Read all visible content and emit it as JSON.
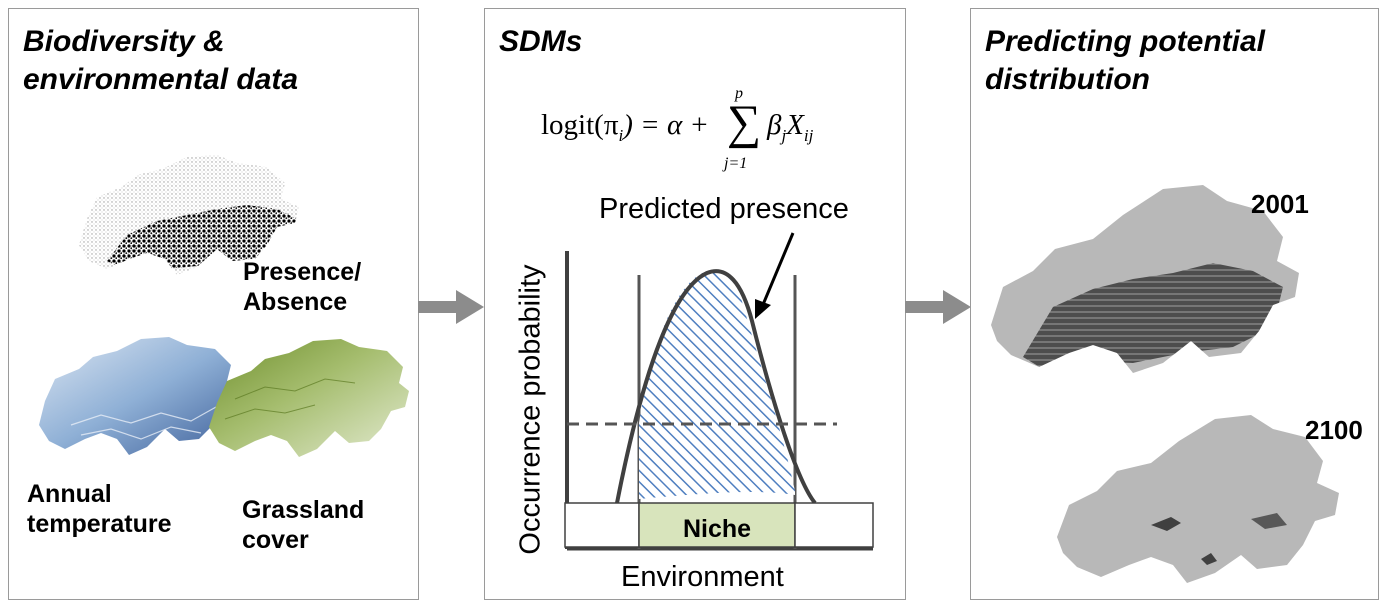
{
  "panels": {
    "data": {
      "title_line1": "Biodiversity &",
      "title_line2": "environmental data",
      "presence_line1": "Presence/",
      "presence_line2": "Absence",
      "temperature_line1": "Annual",
      "temperature_line2": "temperature",
      "grassland_line1": "Grassland",
      "grassland_line2": "cover"
    },
    "sdm": {
      "title": "SDMs",
      "equation": {
        "lhs": "logit(π",
        "lhs_sub": "i",
        "lhs_close": ") = α +",
        "sum_symbol": "∑",
        "sum_upper": "p",
        "sum_lower": "j=1",
        "beta": "β",
        "beta_sub": "j",
        "x": "X",
        "x_sub": "ij"
      },
      "predicted_label": "Predicted presence",
      "ylabel": "Occurrence probability",
      "xlabel": "Environment",
      "niche_label": "Niche"
    },
    "prediction": {
      "title_line1": "Predicting potential",
      "title_line2": "distribution",
      "year_1": "2001",
      "year_2": "2100"
    }
  },
  "colors": {
    "border": "#9a9a9a",
    "arrow": "#8c8c8c",
    "hatch": "#4f7fc0",
    "niche_fill": "#d8e4bc",
    "curve": "#404040",
    "temperature_map": "#4a6fa5",
    "grassland_map": "#7a9a3c",
    "map_grey": "#b8b8b8",
    "map_dark": "#404040"
  },
  "icons": [
    "arrow-right-icon",
    "switzerland-map-icon"
  ]
}
